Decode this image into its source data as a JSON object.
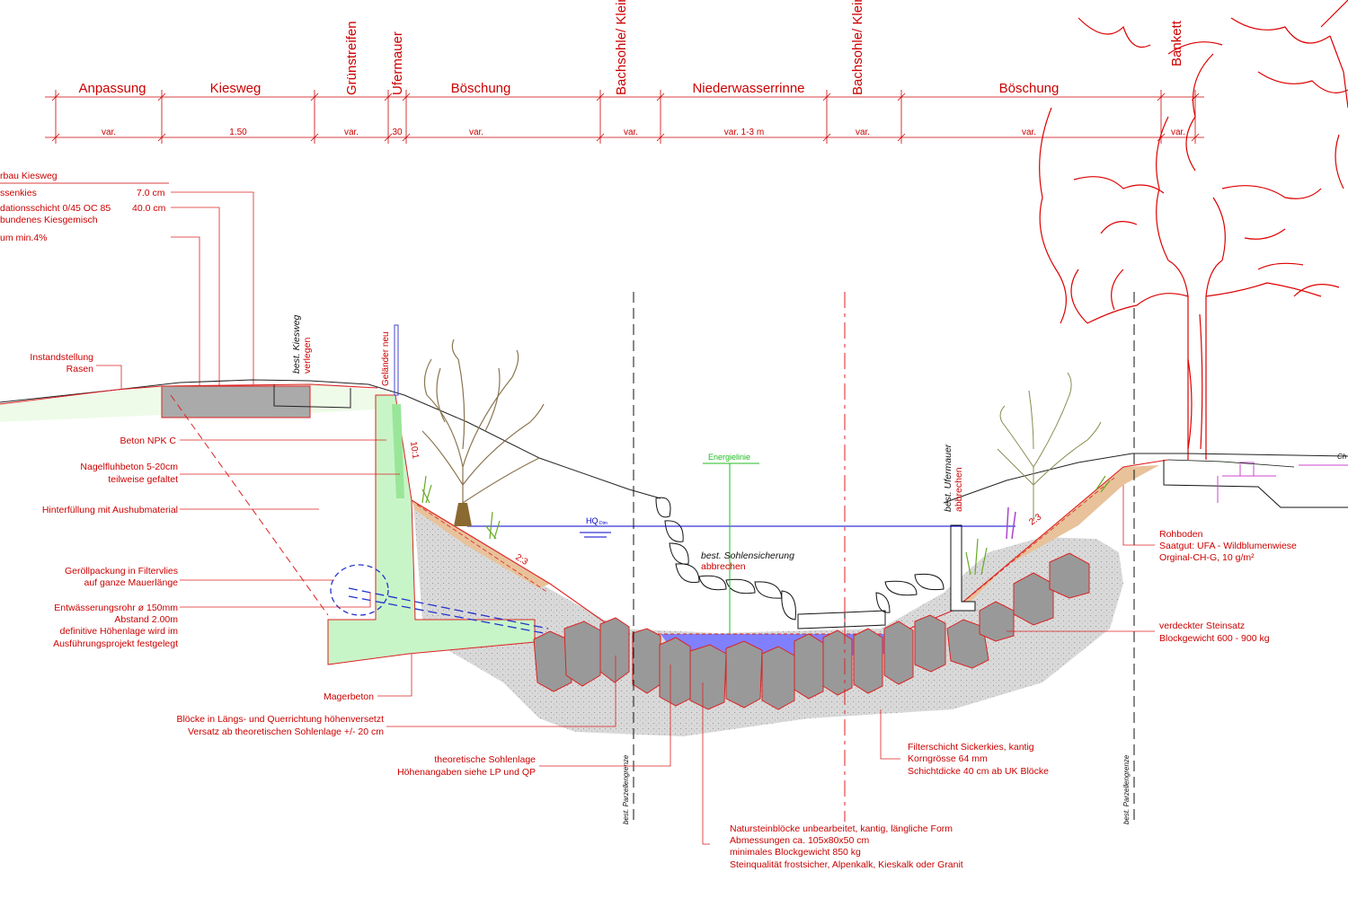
{
  "header": {
    "sections": [
      {
        "label": "Anpassung",
        "value": "var."
      },
      {
        "label": "Kiesweg",
        "value": "1.50"
      },
      {
        "label": "Grünstreifen",
        "value": "var."
      },
      {
        "label": "Ufermauer",
        "value": "30"
      },
      {
        "label": "Böschung",
        "value": "var."
      },
      {
        "label": "Bachsohle/ Kleintierweg",
        "value": "var."
      },
      {
        "label": "Niederwasserrinne",
        "value": "var. 1-3 m"
      },
      {
        "label": "Bachsohle/ Kleintierweg",
        "value": "var."
      },
      {
        "label": "Böschung",
        "value": "var."
      },
      {
        "label": "Bankett",
        "value": "var."
      }
    ]
  },
  "kiesweg_spec": {
    "title": "rbau Kiesweg",
    "layers": [
      {
        "label": "ssenkies",
        "value": "7.0 cm"
      },
      {
        "label": "dationsschicht 0/45 OC 85",
        "value": "40.0 cm"
      },
      {
        "label": "bundenes Kiesgemisch",
        "value": ""
      },
      {
        "label": "um min.4%",
        "value": ""
      }
    ]
  },
  "labels": {
    "instandstellung": [
      "Instandstellung",
      "Rasen"
    ],
    "kiesweg_black": "best. Kiesweg",
    "kiesweg_red": "verlegen",
    "gelaender": "Geländer neu",
    "beton": "Beton NPK C",
    "nagelfluh": [
      "Nagelfluhbeton 5-20cm",
      "teilweise gefaltet"
    ],
    "hinterfuellung": "Hinterfüllung mit Aushubmaterial",
    "geroell": [
      "Geröllpackung in Filtervlies",
      "auf ganze Mauerlänge"
    ],
    "rohr": [
      "Entwässerungsrohr ø 150mm",
      "Abstand 2.00m",
      "definitive Höhenlage wird im",
      "Ausführungsprojekt festgelegt"
    ],
    "magerbeton": "Magerbeton",
    "bloecke_versetzt": [
      "Blöcke in Längs- und Querrichtung höhenversetzt",
      "Versatz ab theoretischen Sohlenlage +/- 20 cm"
    ],
    "sohlenlage": [
      "theoretische Sohlenlage",
      "Höhenangaben siehe LP und QP"
    ],
    "natursteine": [
      "Natursteinblöcke unbearbeitet, kantig, längliche Form",
      "Abmessungen ca. 105x80x50 cm",
      "minimales Blockgewicht 850 kg",
      "Steinqualität frostsicher, Alpenkalk, Kieskalk oder Granit"
    ],
    "filterschicht": [
      "Filterschicht Sickerkies, kantig",
      "Korngrösse 64 mm",
      "Schichtdicke 40 cm ab UK Blöcke"
    ],
    "steinsatz": [
      "verdeckter Steinsatz",
      "Blockgewicht 600 - 900 kg"
    ],
    "rohboden": [
      "Rohboden",
      "Saatgut: UFA - Wildblumenwiese",
      "Orginal-CH-G, 10 g/m²"
    ],
    "sohlensicherung_black": "best. Sohlensicherung",
    "sohlensicherung_red": "abbrechen",
    "ufermauer_black": "best. Ufermauer",
    "ufermauer_red": "abbrechen",
    "energielinie": "Energielinie",
    "hq": "HQ",
    "hq_sub": "Dim",
    "slope_wall": "10:1",
    "slope_left": "2:3",
    "slope_right": "2:3",
    "parzelle_left": "best. Parzellengrenze",
    "parzelle_right": "best. Parzellengrenze",
    "edge_cut": "Ch"
  },
  "colors": {
    "annotation": "#cc0000",
    "concrete": "#c8f5c8",
    "gravel": "#d8d8d8",
    "stone": "#999999",
    "soil": "#e8c29a",
    "water": "#8080ff",
    "hq_line": "#0000cc",
    "energy": "#22bb22",
    "tree": "#dd0000"
  }
}
